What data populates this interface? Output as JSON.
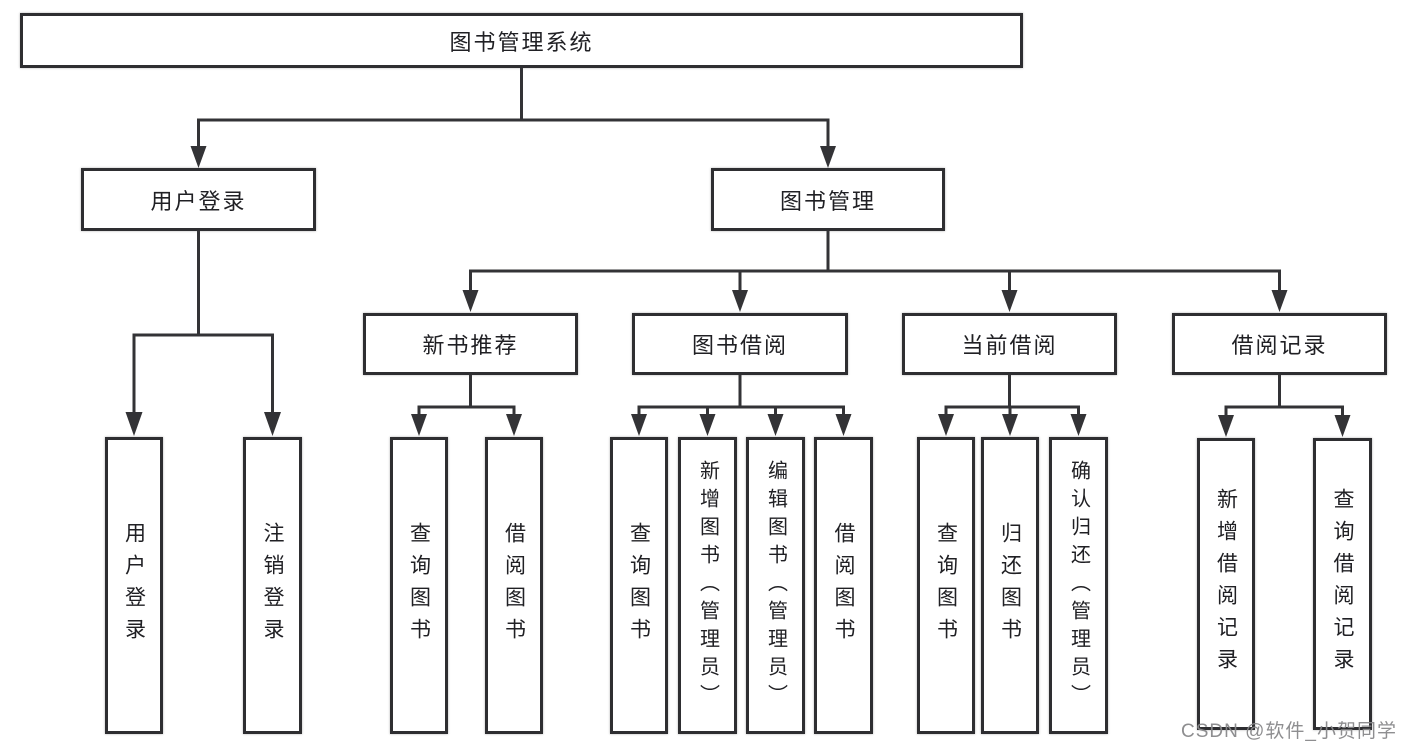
{
  "tree": {
    "label": "图书管理系统",
    "children": [
      {
        "label": "用户登录",
        "children": [
          {
            "label": "用户登录"
          },
          {
            "label": "注销登录"
          }
        ]
      },
      {
        "label": "图书管理",
        "children": [
          {
            "label": "新书推荐",
            "children": [
              {
                "label": "查询图书"
              },
              {
                "label": "借阅图书"
              }
            ]
          },
          {
            "label": "图书借阅",
            "children": [
              {
                "label": "查询图书"
              },
              {
                "label": "新增图书（管理员）"
              },
              {
                "label": "编辑图书（管理员）"
              },
              {
                "label": "借阅图书"
              }
            ]
          },
          {
            "label": "当前借阅",
            "children": [
              {
                "label": "查询图书"
              },
              {
                "label": "归还图书"
              },
              {
                "label": "确认归还（管理员）"
              }
            ]
          },
          {
            "label": "借阅记录",
            "children": [
              {
                "label": "新增借阅记录"
              },
              {
                "label": "查询借阅记录"
              }
            ]
          }
        ]
      }
    ]
  },
  "watermark": {
    "text": "CSDN @软件_小贺同学"
  },
  "colors": {
    "line": "#333336",
    "box_border": "#2e2e31",
    "text": "#202024",
    "watermark": "#88888a",
    "background": "#ffffff"
  }
}
